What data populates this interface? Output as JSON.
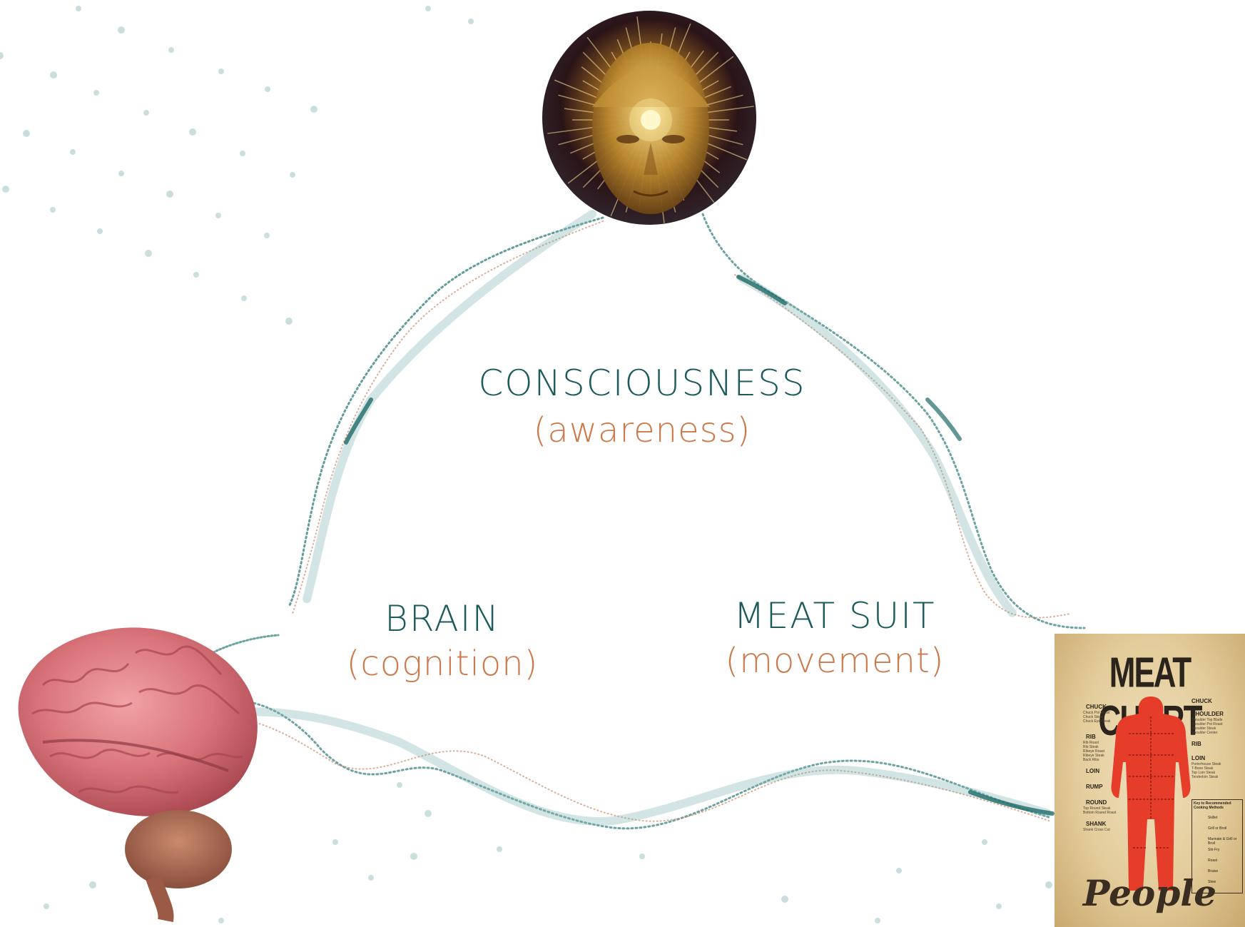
{
  "nodes": {
    "consciousness": {
      "title": "CONSCIOUSNESS",
      "subtitle": "(awareness)"
    },
    "brain": {
      "title": "BRAIN",
      "subtitle": "(cognition)"
    },
    "meat_suit": {
      "title": "MEAT SUIT",
      "subtitle": "(movement)"
    }
  },
  "poster": {
    "title": "MEAT CHART",
    "footer": "People",
    "cuts_left": [
      {
        "label": "CHUCK",
        "items": [
          "Chuck Pot Roast",
          "Chuck Steak",
          "Chuck Eye Steak"
        ]
      },
      {
        "label": "RIB",
        "items": [
          "Rib Roast",
          "Rib Steak",
          "Ribeye Roast",
          "Ribeye Steak",
          "Back Ribs"
        ]
      },
      {
        "label": "LOIN",
        "items": []
      },
      {
        "label": "RUMP",
        "items": []
      },
      {
        "label": "ROUND",
        "items": [
          "Top Round Steak",
          "Bottom Round Roast"
        ]
      },
      {
        "label": "SHANK",
        "items": [
          "Shank Cross Cut"
        ]
      }
    ],
    "cuts_right": [
      {
        "label": "CHUCK",
        "items": []
      },
      {
        "label": "SHOULDER",
        "items": [
          "Shoulder Top Blade",
          "Shoulder Pot Roast",
          "Shoulder Steak",
          "Shoulder Center"
        ]
      },
      {
        "label": "RIB",
        "items": []
      },
      {
        "label": "LOIN",
        "items": [
          "Porterhouse Steak",
          "T-Bone Steak",
          "Top Loin Steak",
          "Tenderloin Steak"
        ]
      }
    ],
    "key": {
      "title": "Key to Recommended Cooking Methods",
      "items": [
        "Skillet",
        "Grill or Broil",
        "Marinate & Grill or Broil",
        "Stir-Fry",
        "Roast",
        "Braise",
        "Stew"
      ]
    }
  },
  "colors": {
    "teal": "#1d5a5c",
    "orange": "#cc7a4c",
    "dot": "#c9dedd",
    "brain": "#d9747a",
    "body_red": "#e53d2a"
  },
  "icons": {
    "head": "glowing-head-icon",
    "brain": "brain-icon",
    "poster": "meat-chart-poster"
  }
}
